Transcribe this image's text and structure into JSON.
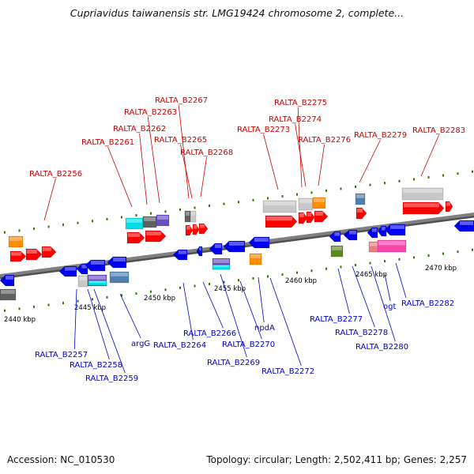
{
  "title": "Cupriavidus taiwanensis str. LMG19424 chromosome 2, complete...",
  "footer": {
    "accession": "Accession: NC_010530",
    "stats": "Topology: circular; Length: 2,502,411 bp; Genes: 2,257"
  },
  "colors": {
    "backbone": "#808080",
    "tick": "#2a7a00",
    "red": "#ff0000",
    "blue": "#0000ee",
    "lightgray": "#c8c8c8",
    "darkgray": "#606060",
    "orange": "#ff8c00",
    "steelblue": "#4d7fb0",
    "cyan": "#00e0e8",
    "purple": "#6a4dbf",
    "olive": "#5a8a1e",
    "pink": "#ff44aa",
    "salmon": "#e88080",
    "label_top": "#cc0000",
    "label_bottom": "#0000cc",
    "scale_text": "#000000"
  },
  "scale_labels": [
    "2440 kbp",
    "2445 kbp",
    "2450 kbp",
    "2455 kbp",
    "2460 kbp",
    "2465 kbp",
    "2470 kbp"
  ],
  "labels_top": [
    "RALTA_B2256",
    "RALTA_B2261",
    "RALTA_B2262",
    "RALTA_B2263",
    "RALTA_B2267",
    "RALTA_B2265",
    "RALTA_B2268",
    "RALTA_B2273",
    "RALTA_B2275",
    "RALTA_B2274",
    "RALTA_B2276",
    "RALTA_B2279",
    "RALTA_B2283"
  ],
  "labels_bottom": [
    "RALTA_B2257",
    "RALTA_B2258",
    "RALTA_B2259",
    "argG",
    "RALTA_B2264",
    "RALTA_B2266",
    "RALTA_B2269",
    "RALTA_B2270",
    "npdA",
    "RALTA_B2272",
    "RALTA_B2277",
    "RALTA_B2278",
    "RALTA_B2280",
    "ogt",
    "RALTA_B2282"
  ]
}
